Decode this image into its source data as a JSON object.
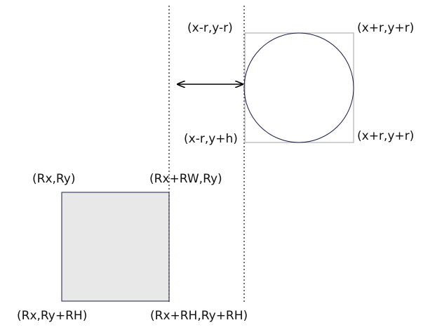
{
  "colors": {
    "background": "#ffffff",
    "rect_fill": "#e8e8e8",
    "rect_stroke": "#1a1a4a",
    "circle_stroke": "#1a1a4a",
    "bounding_box_stroke": "#b3b3b3",
    "dotted_line": "#333333",
    "arrow": "#000000",
    "text": "#111111"
  },
  "circle": {
    "labels": {
      "top_left": "(x-r,y-r)",
      "top_right": "(x+r,y+r)",
      "bottom_left": "(x-r,y+h)",
      "bottom_right": "(x+r,y+r)"
    }
  },
  "rectangle": {
    "labels": {
      "top_left": "(Rx,Ry)",
      "top_right": "(Rx+RW,Ry)",
      "bottom_left": "(Rx,Ry+RH)",
      "bottom_right": "(Rx+RH,Ry+RH)"
    }
  }
}
